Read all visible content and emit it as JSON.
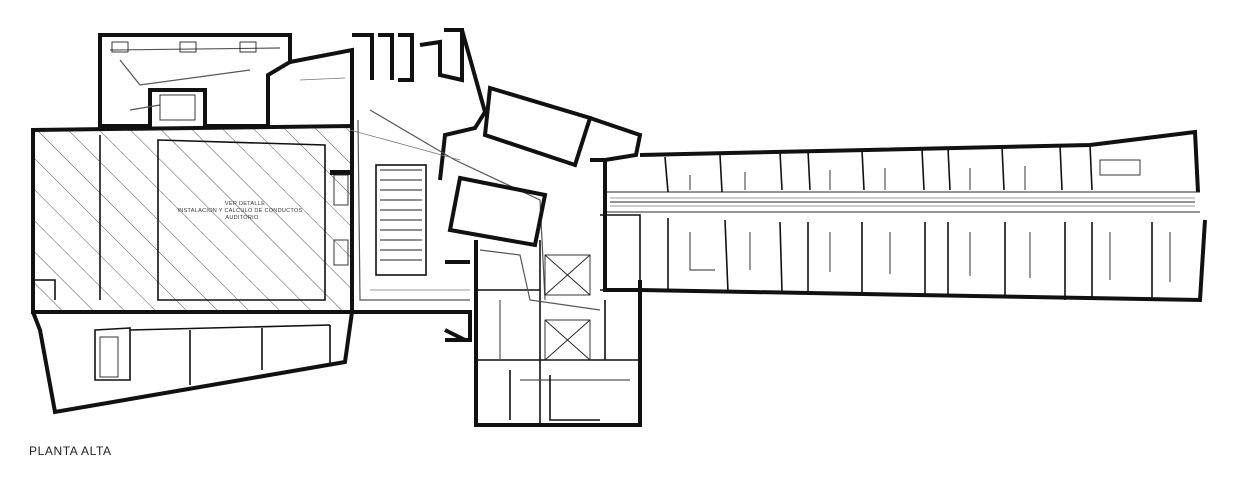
{
  "drawing": {
    "title": "PLANTA ALTA",
    "auditorium_note": {
      "line1": "VER DETALLE",
      "line2": "INSTALACION Y CALCULO DE CONDUCTOS",
      "line3": "AUDITORIO"
    }
  },
  "colors": {
    "line": "#111111",
    "background": "#ffffff",
    "duct": "#555555"
  }
}
